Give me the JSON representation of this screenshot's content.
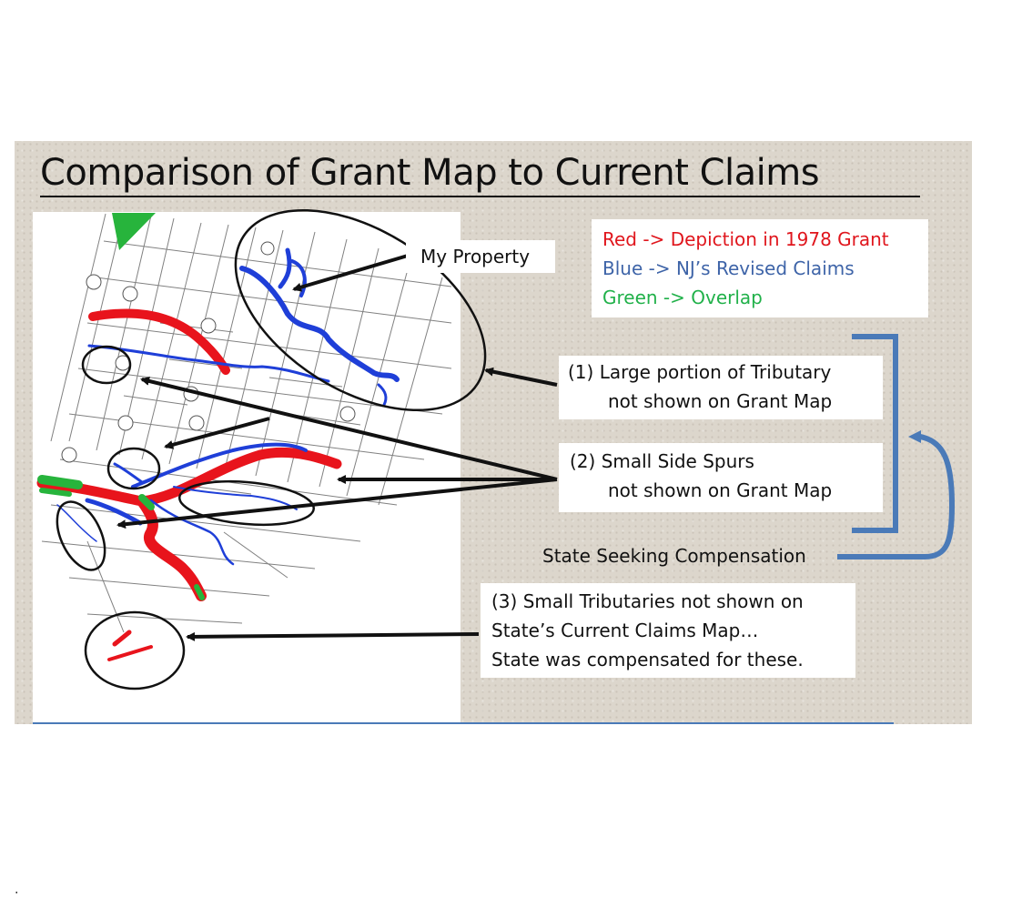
{
  "title": "Comparison of Grant Map to Current Claims",
  "legend": {
    "red": "Red -> Depiction in 1978 Grant",
    "blue": "Blue -> NJ’s Revised Claims",
    "green": "Green -> Overlap"
  },
  "labels": {
    "my_property": "My Property",
    "state_seeking": "State Seeking Compensation"
  },
  "callouts": {
    "one": [
      "(1)  Large portion of Tributary",
      "not shown on Grant Map"
    ],
    "two": [
      "(2) Small Side Spurs",
      "not shown on Grant Map"
    ],
    "three": [
      "(3) Small Tributaries not shown on",
      "State’s Current Claims Map…",
      "State was compensated for these."
    ]
  },
  "colors": {
    "red": "#e8141c",
    "blue": "#1f3fd8",
    "green": "#27b43c",
    "legend_red": "#e0161d",
    "legend_blue": "#3e64a8",
    "legend_green": "#21b14a",
    "bracket": "#4a7ab8",
    "background": "#dcd6cc"
  },
  "footer_mark": "."
}
